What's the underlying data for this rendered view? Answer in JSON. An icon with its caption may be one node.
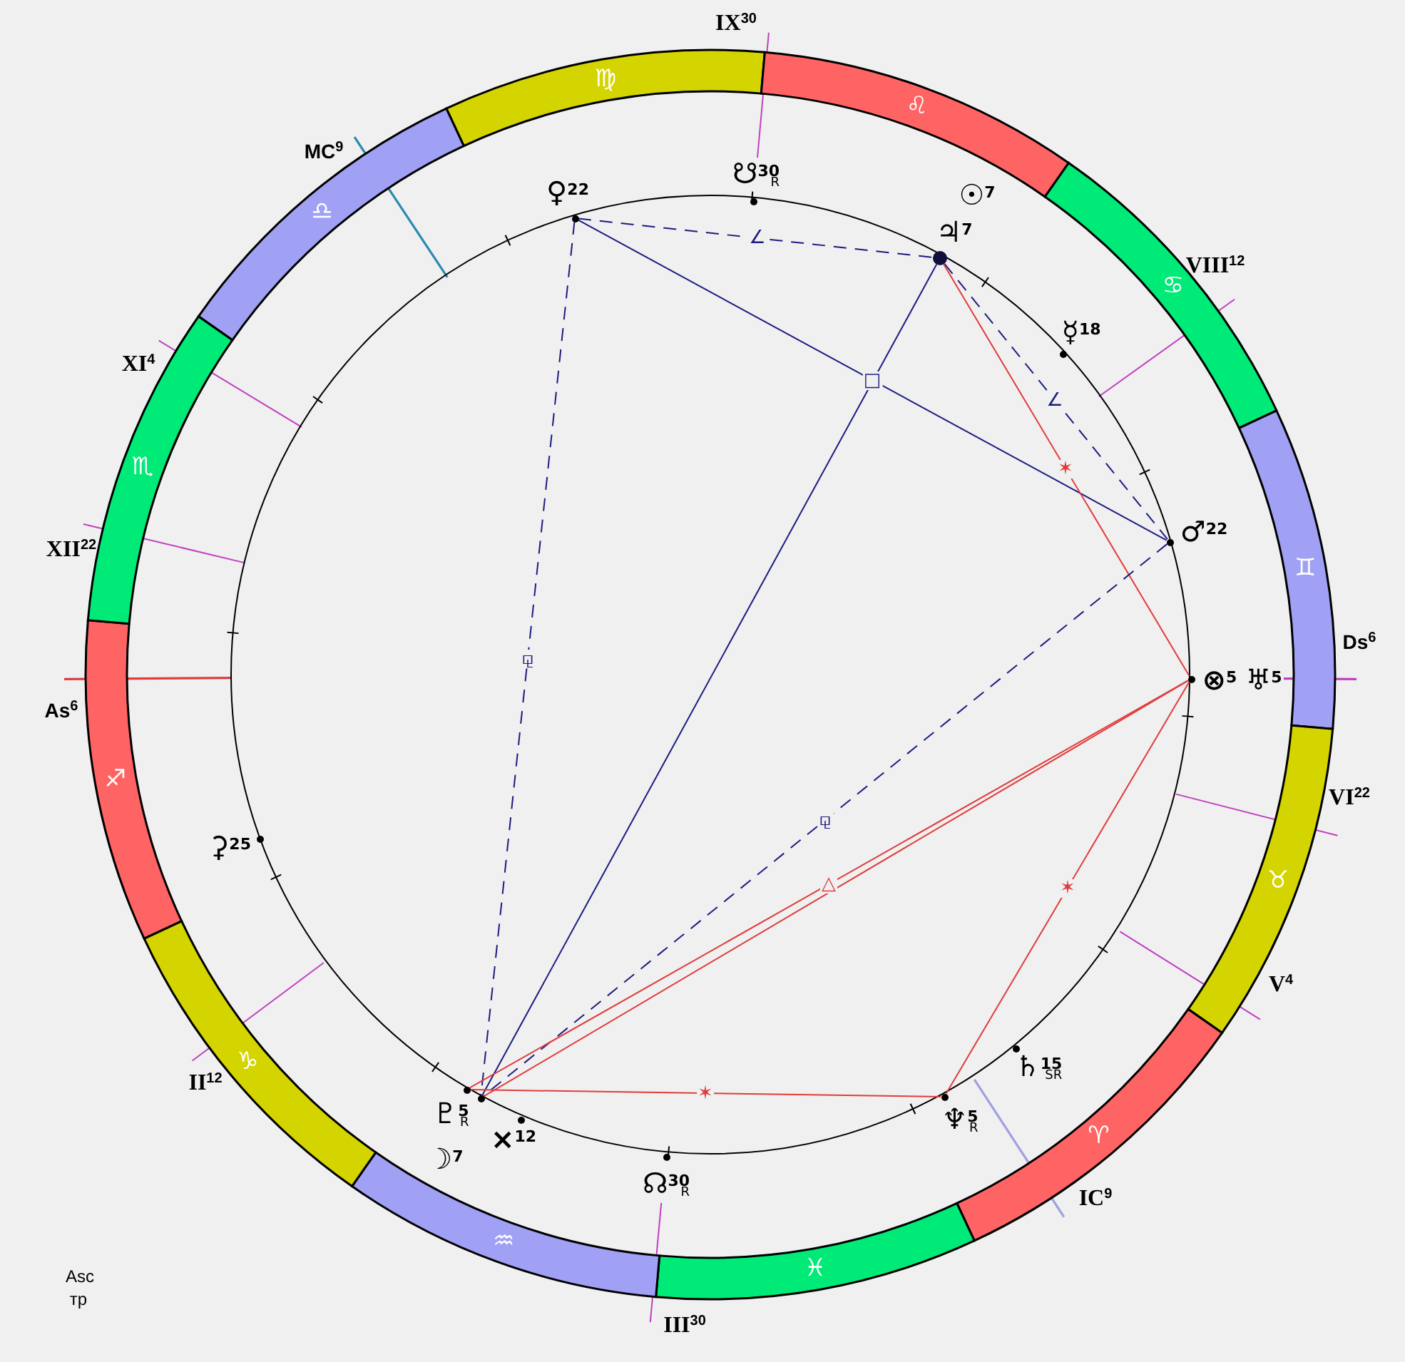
{
  "diagram": {
    "nodes": [
      {
        "text": [
          "♍"
        ]
      },
      {
        "text": [
          "♌"
        ]
      },
      {
        "text": [
          "♋"
        ]
      },
      {
        "text": [
          "♊"
        ]
      },
      {
        "text": [
          "♉"
        ]
      },
      {
        "text": [
          "♈"
        ]
      },
      {
        "text": [
          "♓"
        ]
      },
      {
        "text": [
          "♒"
        ]
      },
      {
        "text": [
          "♑"
        ]
      },
      {
        "text": [
          "♐"
        ]
      },
      {
        "text": [
          "♏"
        ]
      },
      {
        "text": [
          "♎"
        ]
      },
      {
        "text": [],
        "shape": "dot",
        "beside": [
          "♀$^{22}$"
        ]
      },
      {
        "text": [],
        "shape": "dot",
        "beside": [
          "☋$^{30}$$_{R}$"
        ]
      },
      {
        "text": [],
        "shape": "dot",
        "beside": [
          "☉$^{7}$",
          "♃$^{7}$"
        ]
      },
      {
        "text": [],
        "shape": "dot",
        "beside": [
          "☿$^{18}$"
        ]
      },
      {
        "text": [],
        "shape": "dot",
        "beside": [
          "♂$^{22}$"
        ]
      },
      {
        "text": [],
        "shape": "dot",
        "beside": [
          "⊗$^{5}$",
          "♅$^{5}$"
        ]
      },
      {
        "text": [],
        "shape": "dot",
        "beside": [
          "⚳$^{25}$"
        ]
      },
      {
        "text": [],
        "shape": "dot",
        "beside": [
          "♄$^{15}$$_{SR}$"
        ]
      },
      {
        "text": [],
        "shape": "dot",
        "beside": [
          "♇$^{5}$$_{R}$"
        ]
      },
      {
        "text": [],
        "shape": "dot"
      },
      {
        "text": [],
        "shape": "dot",
        "beside": [
          "♆$^{5}$$_{R}$"
        ]
      },
      {
        "text": [],
        "shape": "dot",
        "beside": [
          "×$^{12}$"
        ]
      },
      {
        "text": [],
        "shape": "dot",
        "beside": [
          "☊$^{30}$$_{R}$"
        ]
      }
    ],
    "edges": [
      {
        "from": 12,
        "to": 14,
        "arrow": "none",
        "label": "∠",
        "style": "dashed"
      },
      {
        "from": 12,
        "to": 16,
        "arrow": "none",
        "label": "□"
      },
      {
        "from": 12,
        "to": 21,
        "arrow": "none",
        "label": "⚼",
        "style": "dashed"
      },
      {
        "from": 14,
        "to": 16,
        "arrow": "none",
        "label": "∠",
        "style": "dashed"
      },
      {
        "from": 14,
        "to": 21,
        "arrow": "none"
      },
      {
        "from": 14,
        "to": 17,
        "arrow": "none",
        "label": "✶",
        "color": "#e03c3c"
      },
      {
        "from": 16,
        "to": 21,
        "arrow": "none",
        "label": "⚼",
        "style": "dashed"
      },
      {
        "from": 17,
        "to": 20,
        "arrow": "none",
        "label": "△",
        "color": "#e03c3c"
      },
      {
        "from": 17,
        "to": 21,
        "arrow": "none",
        "color": "#e03c3c"
      },
      {
        "from": 17,
        "to": 22,
        "arrow": "none",
        "label": "✶",
        "color": "#e03c3c"
      },
      {
        "from": 22,
        "to": 20,
        "arrow": "none",
        "label": "✶",
        "color": "#e03c3c"
      }
    ],
    "labels": [
      "IX$^{30}$",
      "MC$^{9}$",
      "VIII$^{12}$",
      "XI$^{4}$",
      "XII$^{22}$",
      "Ds$^{6}$",
      "As$^{6}$",
      "VI$^{22}$",
      "V$^{4}$",
      "II$^{12}$",
      "☽$^{7}$",
      "IC$^{9}$",
      "Asc",
      "тр",
      "III$^{30}$"
    ]
  }
}
